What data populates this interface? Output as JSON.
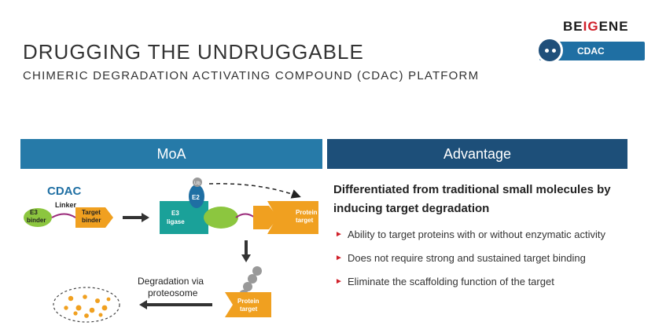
{
  "logo": {
    "part1": "BE",
    "part2": "IG",
    "part3": "ENE"
  },
  "tag": {
    "label": "CDAC"
  },
  "title": "DRUGGING THE UNDRUGGABLE",
  "subtitle": "CHIMERIC DEGRADATION ACTIVATING COMPOUND (CDAC) PLATFORM",
  "moa": {
    "header": "MoA",
    "cdac_label": "CDAC",
    "linker": "Linker",
    "e3_binder": [
      "E3",
      "binder"
    ],
    "target_binder": [
      "Target",
      "binder"
    ],
    "e3_ligase": [
      "E3",
      "ligase"
    ],
    "e2": "E2",
    "ub": "Ub",
    "protein_target": [
      "Protein",
      "target"
    ],
    "degradation": [
      "Degradation via",
      "proteosome"
    ]
  },
  "advantage": {
    "header": "Advantage",
    "heading": "Differentiated from traditional small molecules by inducing target degradation",
    "bullets": [
      "Ability to target proteins with or without enzymatic activity",
      "Does not require strong and sustained target binding",
      "Eliminate the scaffolding function of the target"
    ]
  },
  "colors": {
    "moa_header": "#267aa8",
    "adv_header": "#1d4f79",
    "orange": "#f0a020",
    "green": "#8cc63f",
    "blue": "#1f6fa3",
    "red": "#d0202a"
  },
  "icons": {
    "bullet": "triangle-right-icon",
    "arrow": "arrow-right-icon"
  }
}
